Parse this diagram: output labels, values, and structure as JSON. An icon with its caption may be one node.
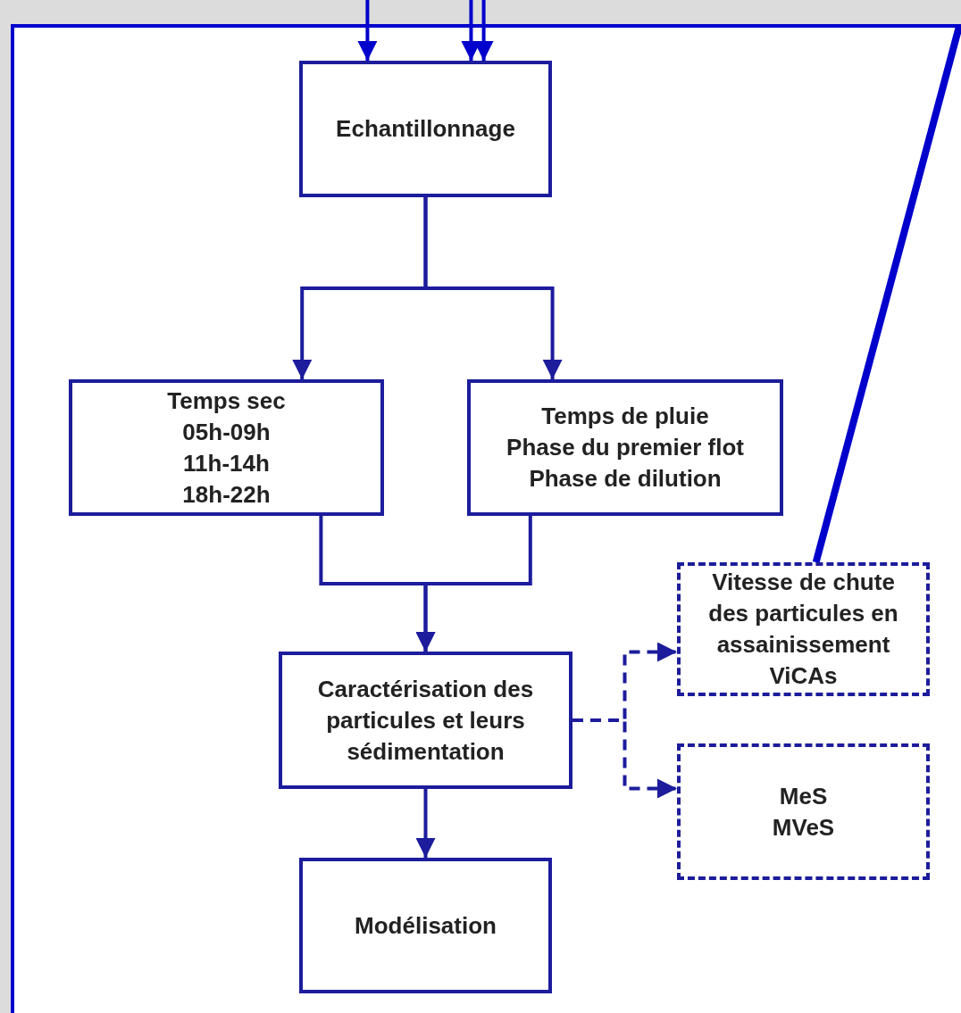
{
  "diagram": {
    "nodes": [
      {
        "text": [],
        "shape": "box"
      },
      {
        "text": [
          "Echantillonnage"
        ],
        "in": 0
      },
      {
        "text": [
          "Temps sec",
          "05h-09h",
          "11h-14h",
          "18h-22h"
        ],
        "in": 0
      },
      {
        "text": [
          "Temps de pluie",
          "Phase du premier flot",
          "Phase de dilution"
        ],
        "in": 0
      },
      {
        "text": [
          "Caractérisation des particules et leurs sédimentation"
        ],
        "in": 0
      },
      {
        "text": [
          "Vitesse de chute des particules en assainissement",
          "ViCAs"
        ],
        "in": 0
      },
      {
        "text": [
          "MeS",
          "MVeS"
        ],
        "in": 0
      },
      {
        "text": [
          "Modélisation"
        ],
        "in": 0
      }
    ],
    "edges": [
      {
        "from": null,
        "to": 1,
        "arrow": "to",
        "color": "#0000cc"
      },
      {
        "from": null,
        "to": 1,
        "arrow": "to",
        "color": "#0000cc"
      },
      {
        "from": null,
        "to": 1,
        "arrow": "to",
        "color": "#0000cc"
      },
      {
        "from": 1,
        "to": 2,
        "arrow": "to"
      },
      {
        "from": 1,
        "to": 3,
        "arrow": "to"
      },
      {
        "from": 2,
        "to": 4,
        "arrow": "to"
      },
      {
        "from": 3,
        "to": 4,
        "arrow": "to"
      },
      {
        "from": 4,
        "to": 5,
        "arrow": "to",
        "style": "dashed"
      },
      {
        "from": 4,
        "to": 6,
        "arrow": "to",
        "style": "dashed"
      },
      {
        "from": 4,
        "to": 7,
        "arrow": "to"
      },
      {
        "from": 0,
        "to": 5,
        "arrow": "none",
        "style": "thick",
        "color": "#0000cc"
      }
    ]
  }
}
